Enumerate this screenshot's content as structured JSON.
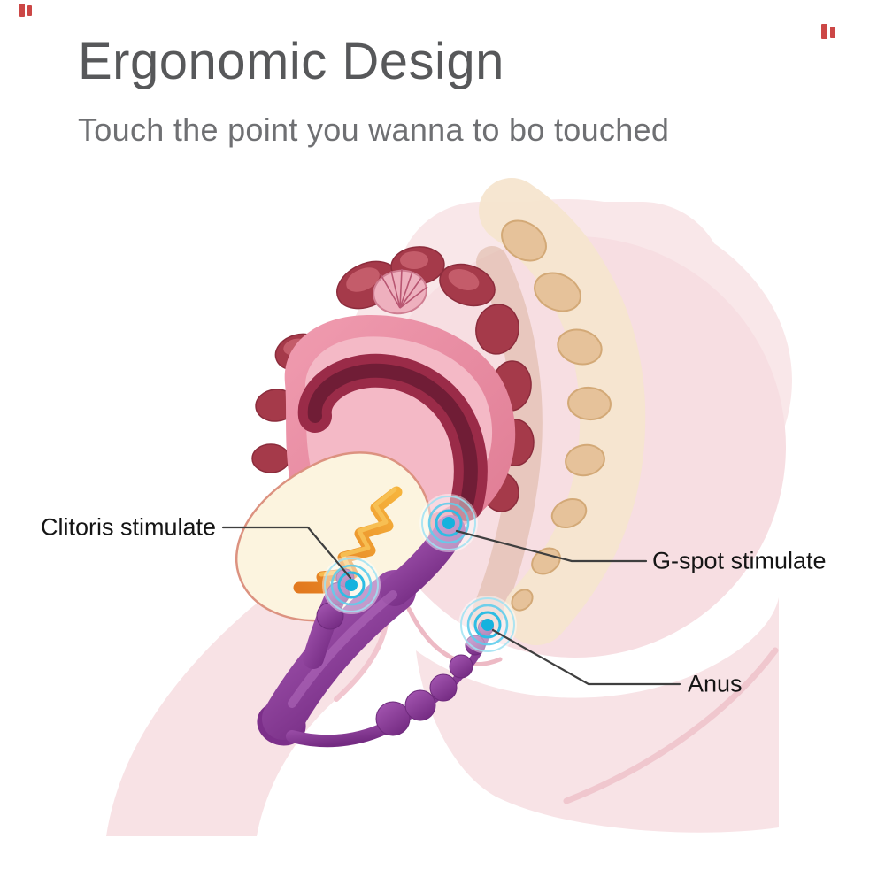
{
  "page": {
    "title": "Ergonomic Design",
    "subtitle": "Touch the point you wanna to bo touched"
  },
  "callouts": [
    {
      "id": "clitoris",
      "label": "Clitoris stimulate",
      "side": "left"
    },
    {
      "id": "g-spot",
      "label": "G-spot stimulate",
      "side": "right"
    },
    {
      "id": "anus",
      "label": "Anus",
      "side": "right"
    }
  ],
  "colors": {
    "title_gray": "#57585a",
    "subtitle_gray": "#6f7073",
    "label_black": "#151515",
    "body_pink": "#f7dee2",
    "uterus_pink": "#ea8da1",
    "organ_red": "#a53a4a",
    "spine_tan": "#e6c29a",
    "canal_cream": "#fcf4df",
    "canal_orange": "#ee9d2c",
    "toy_purple": "#8c3d97",
    "ripple_cyan": "#2ebde4",
    "leader_line": "#3f3f3f",
    "watermark_red": "#c42726"
  }
}
